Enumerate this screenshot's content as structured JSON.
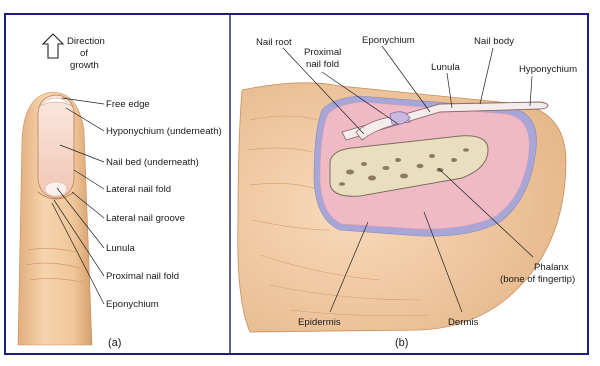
{
  "panel_a": {
    "caption": "(a)",
    "growth_line1": "Direction",
    "growth_line2": "of",
    "growth_line3": "growth",
    "labels": {
      "free_edge": "Free edge",
      "hyponychium": "Hyponychium (underneath)",
      "nail_bed": "Nail bed (underneath)",
      "lateral_nail_fold": "Lateral nail fold",
      "lateral_nail_groove": "Lateral nail groove",
      "lunula": "Lunula",
      "proximal_nail_fold": "Proximal nail fold",
      "eponychium": "Eponychium"
    }
  },
  "panel_b": {
    "caption": "(b)",
    "labels": {
      "nail_root": "Nail root",
      "proximal_line1": "Proximal",
      "proximal_line2": "nail fold",
      "eponychium": "Eponychium",
      "lunula": "Lunula",
      "nail_body": "Nail body",
      "hyponychium": "Hyponychium",
      "phalanx_line1": "Phalanx",
      "phalanx_line2": "(bone of fingertip)",
      "epidermis": "Epidermis",
      "dermis": "Dermis"
    }
  },
  "colors": {
    "border": "#1f1f7a",
    "skin": "#f1c79a",
    "skin_dark": "#d9a571",
    "dermis": "#efb9c6",
    "epidermis_band": "#a8a6d6",
    "bone": "#e9dfc0",
    "nail": "#f5eded"
  }
}
